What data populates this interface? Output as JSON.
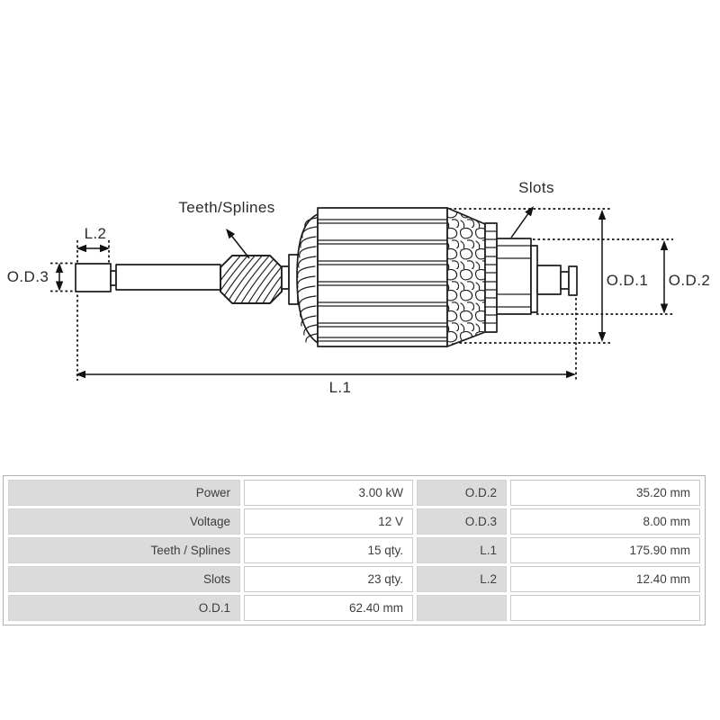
{
  "diagram": {
    "labels": {
      "teeth_splines": "Teeth/Splines",
      "slots": "Slots",
      "l2": "L.2",
      "od3": "O.D.3",
      "od1": "O.D.1",
      "od2": "O.D.2",
      "l1": "L.1"
    }
  },
  "spec_table": {
    "rows": [
      {
        "param": "Power",
        "value": "3.00 kW",
        "param2": "O.D.2",
        "value2": "35.20 mm"
      },
      {
        "param": "Voltage",
        "value": "12 V",
        "param2": "O.D.3",
        "value2": "8.00 mm"
      },
      {
        "param": "Teeth / Splines",
        "value": "15 qty.",
        "param2": "L.1",
        "value2": "175.90 mm"
      },
      {
        "param": "Slots",
        "value": "23 qty.",
        "param2": "L.2",
        "value2": "12.40 mm"
      },
      {
        "param": "O.D.1",
        "value": "62.40 mm",
        "param2": "",
        "value2": ""
      }
    ]
  },
  "colors": {
    "line": "#1d1d1d",
    "table_label_bg": "#dbdbdb",
    "table_border": "#c9c9c9",
    "table_outer_border": "#b2b2b2",
    "text": "#3e3e3e"
  }
}
